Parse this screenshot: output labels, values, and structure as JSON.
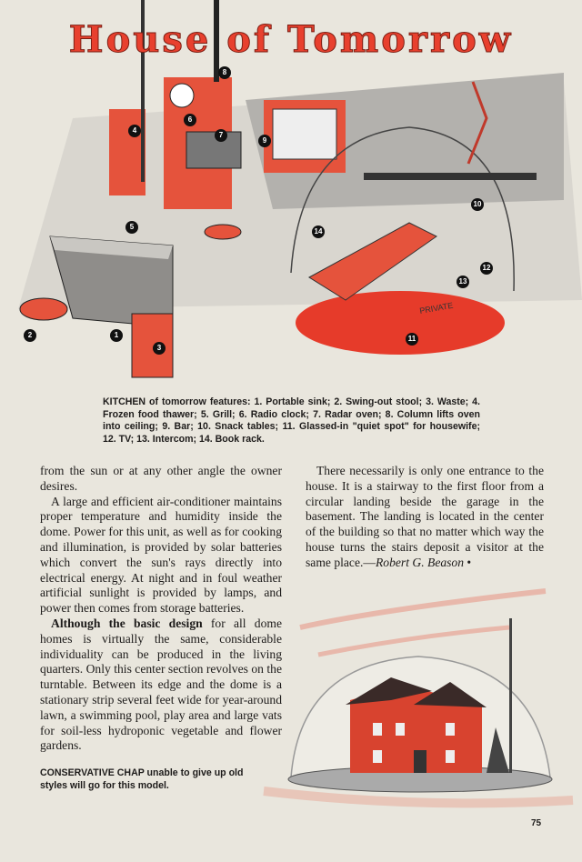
{
  "title": "House of Tomorrow",
  "markers": [
    "1",
    "2",
    "3",
    "4",
    "5",
    "6",
    "7",
    "8",
    "9",
    "10",
    "11",
    "12",
    "13",
    "14"
  ],
  "private_sign": "PRIVATE",
  "caption_lead": "KITCHEN",
  "caption": " of tomorrow features: 1. Portable sink; 2. Swing-out stool; 3. Waste; 4. Frozen food thawer; 5. Grill; 6. Radio clock; 7. Radar oven; 8. Column lifts oven into ceiling; 9. Bar; 10. Snack tables; 11. Glassed-in \"quiet spot\" for housewife; 12. TV; 13. Intercom; 14. Book rack.",
  "left_column": {
    "p1": "from the sun or at any other angle the owner desires.",
    "p2": "A large and efficient air-conditioner maintains proper temperature and humidity inside the dome. Power for this unit, as well as for cooking and illumination, is provided by solar batteries which convert the sun's rays directly into electrical energy. At night and in foul weather artificial sunlight is provided by lamps, and power then comes from storage batteries.",
    "p3_lead": "Although the basic design",
    "p3": " for all dome homes is virtually the same, considerable individuality can be produced in the living quarters. Only this center section revolves on the turntable. Between its edge and the dome is a stationary strip several feet wide for year-around lawn, a swimming pool, play area and large vats for soil-less hydroponic vegetable and flower gardens."
  },
  "right_column": {
    "p1": "There necessarily is only one entrance to the house. It is a stairway to the first floor from a circular landing beside the garage in the basement. The landing is located in the center of the building so that no matter which way the house turns the stairs deposit a visitor at the same place.—",
    "author": "Robert G. Beason",
    "end_mark": " •"
  },
  "bottom_caption_lead": "CONSERVATIVE CHAP",
  "bottom_caption": " unable to give up old styles will go for this model.",
  "page_number": "75",
  "colors": {
    "accent_red": "#e8402e",
    "paper": "#e9e6dd",
    "gray": "#8d8b88"
  }
}
